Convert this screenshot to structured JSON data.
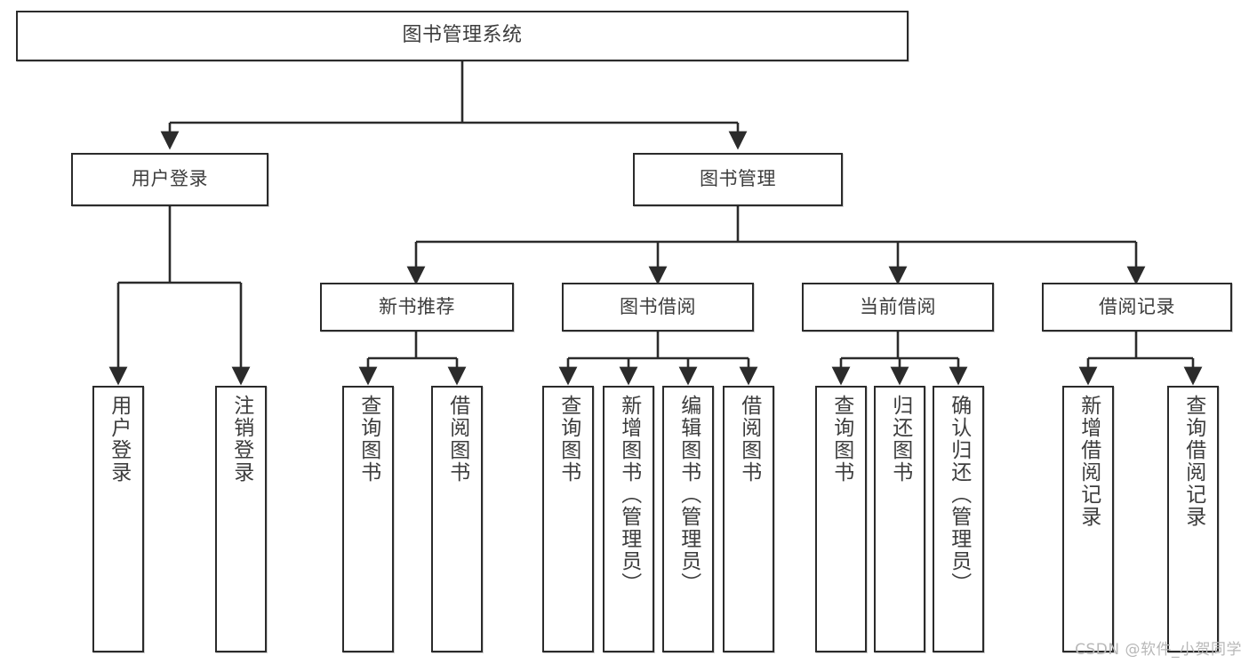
{
  "diagram": {
    "title": "图书管理系统",
    "watermark": "CSDN @软件_小贺同学",
    "stroke_color": "#2b2b2b",
    "text_color": "#3d3d3d",
    "background_color": "#ffffff"
  },
  "nodes": {
    "root": {
      "label": "图书管理系统"
    },
    "level2": [
      {
        "label": "用户登录"
      },
      {
        "label": "图书管理"
      }
    ],
    "level3": [
      {
        "label": "新书推荐"
      },
      {
        "label": "图书借阅"
      },
      {
        "label": "当前借阅"
      },
      {
        "label": "借阅记录"
      }
    ],
    "leaves_user_login": [
      {
        "label": "用户登录"
      },
      {
        "label": "注销登录"
      }
    ],
    "leaves_new_book": [
      {
        "label": "查询图书"
      },
      {
        "label": "借阅图书"
      }
    ],
    "leaves_borrow": [
      {
        "label": "查询图书"
      },
      {
        "label": "新增图书（管理员）"
      },
      {
        "label": "编辑图书（管理员）"
      },
      {
        "label": "借阅图书"
      }
    ],
    "leaves_current": [
      {
        "label": "查询图书"
      },
      {
        "label": "归还图书"
      },
      {
        "label": "确认归还（管理员）"
      }
    ],
    "leaves_records": [
      {
        "label": "新增借阅记录"
      },
      {
        "label": "查询借阅记录"
      }
    ]
  }
}
